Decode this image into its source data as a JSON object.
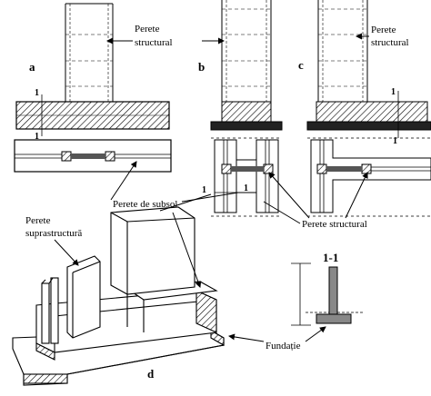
{
  "figure": {
    "labels": {
      "a": "a",
      "b": "b",
      "c": "c",
      "d": "d",
      "section": "1-1"
    },
    "callouts": {
      "perete_structural_top": [
        "Perete",
        "structural"
      ],
      "perete_structural_c": [
        "Perete",
        "structural"
      ],
      "perete_de_subsol": "Perete de subsol",
      "perete_structural_mid": "Perete structural",
      "perete_suprastructura": [
        "Perete",
        "suprastructură"
      ],
      "fundatie": "Fundație"
    },
    "section_marks": [
      "1",
      "1",
      "1",
      "1",
      "1",
      "1"
    ]
  }
}
